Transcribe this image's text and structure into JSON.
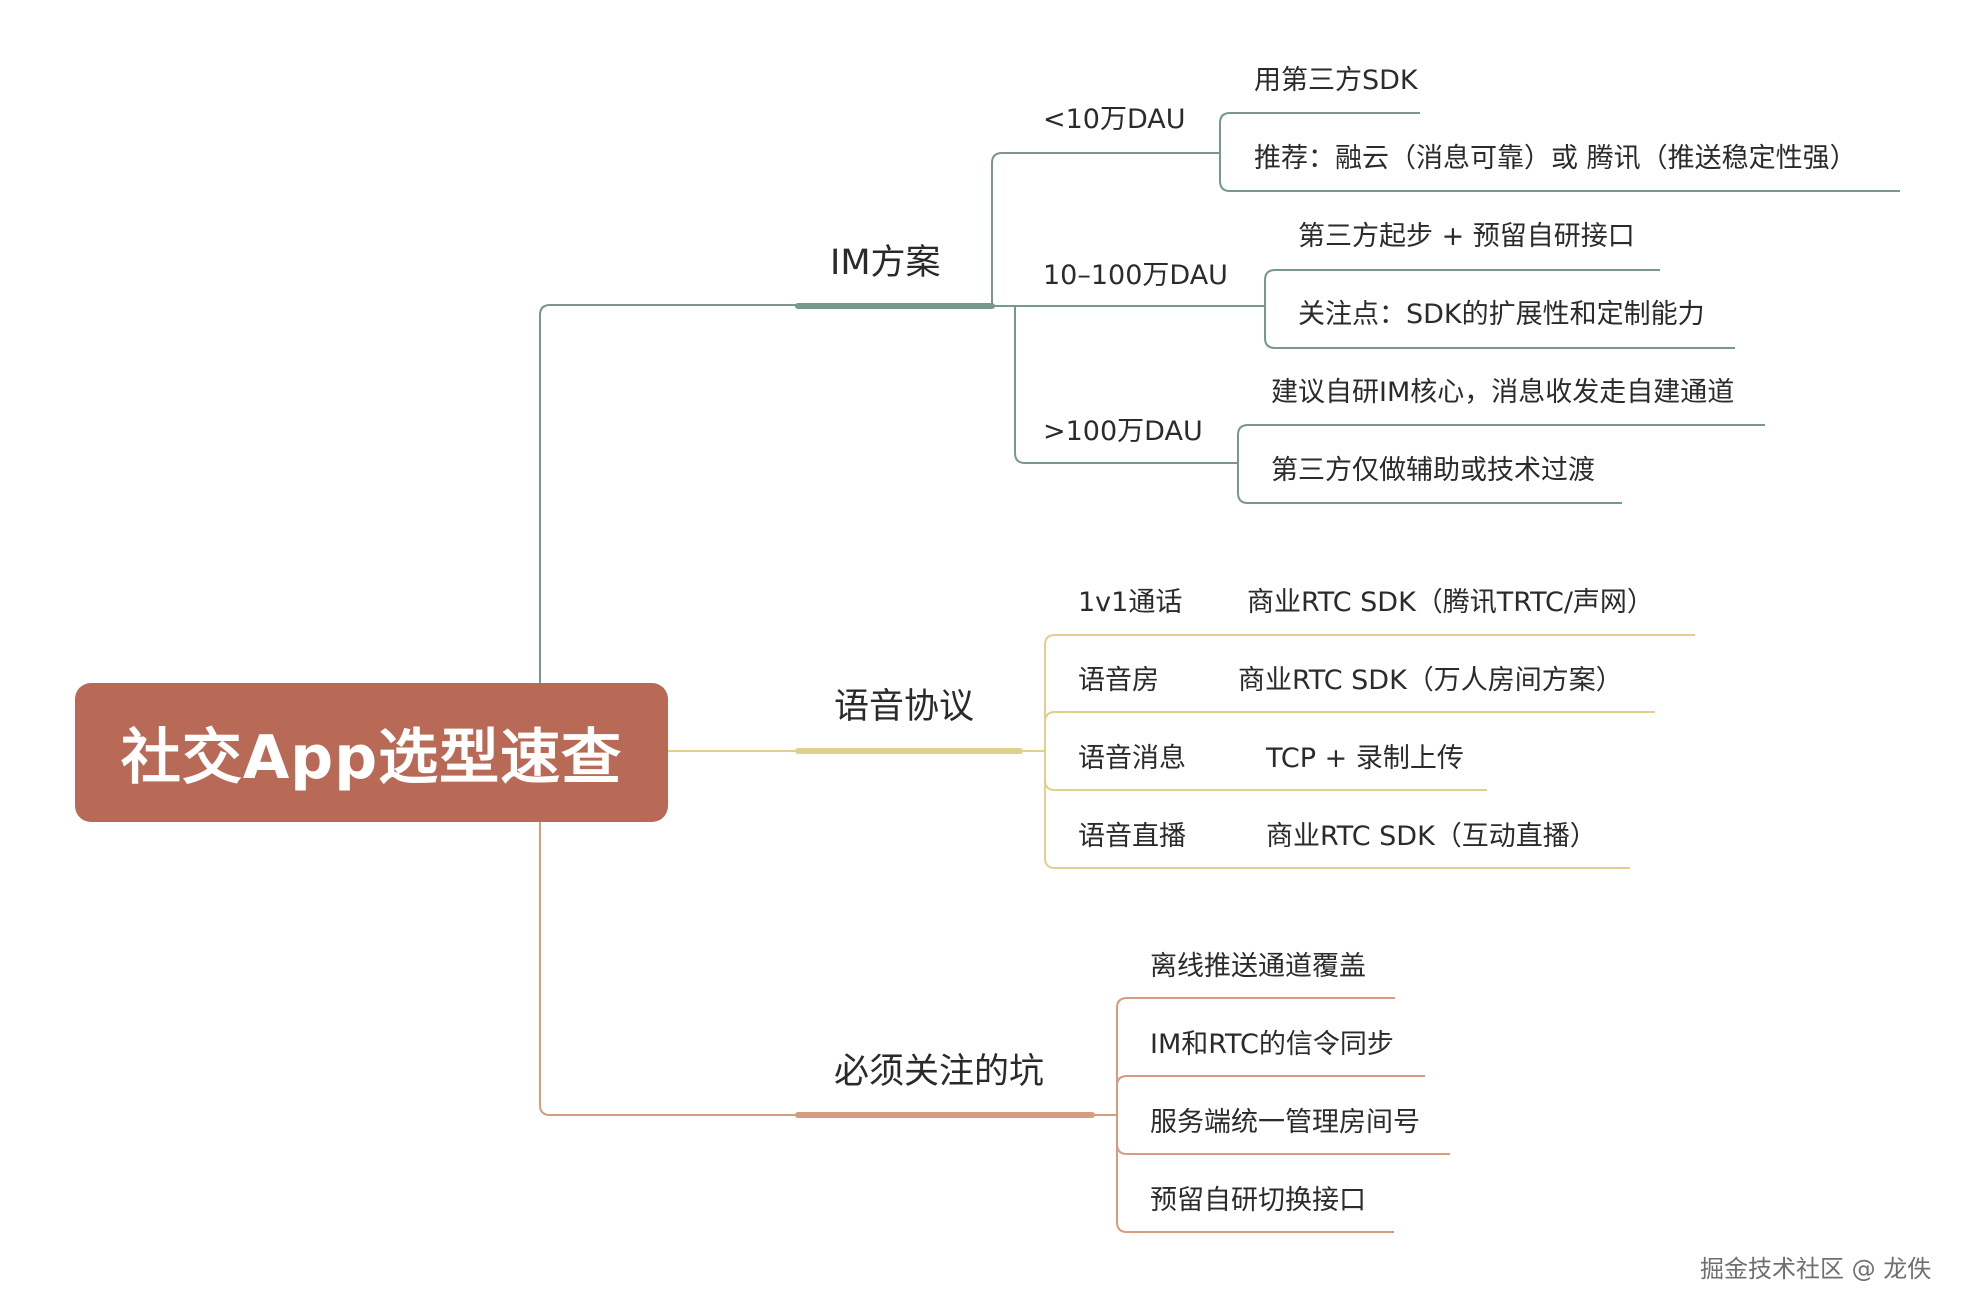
{
  "root": {
    "title": "社交App选型速查"
  },
  "branches": [
    {
      "id": "im",
      "label": "IM方案",
      "color": "#7a978b",
      "children": [
        {
          "label": "<10万DAU",
          "leaves": [
            "用第三方SDK",
            "推荐：融云（消息可靠）或 腾讯（推送稳定性强）"
          ]
        },
        {
          "label": "10–100万DAU",
          "leaves": [
            "第三方起步 + 预留自研接口",
            "关注点：SDK的扩展性和定制能力"
          ]
        },
        {
          "label": ">100万DAU",
          "leaves": [
            "建议自研IM核心，消息收发走自建通道",
            "第三方仅做辅助或技术过渡"
          ]
        }
      ]
    },
    {
      "id": "voice",
      "label": "语音协议",
      "color": "#e0d08f",
      "rows": [
        {
          "label": "1v1通话",
          "value": "商业RTC SDK（腾讯TRTC/声网）"
        },
        {
          "label": "语音房",
          "value": "商业RTC SDK（万人房间方案）"
        },
        {
          "label": "语音消息",
          "value": "TCP + 录制上传"
        },
        {
          "label": "语音直播",
          "value": "商业RTC SDK（互动直播）"
        }
      ]
    },
    {
      "id": "pits",
      "label": "必须关注的坑",
      "color": "#d59c80",
      "leaves": [
        "离线推送通道覆盖",
        "IM和RTC的信令同步",
        "服务端统一管理房间号",
        "预留自研切换接口"
      ]
    }
  ],
  "watermark": "掘金技术社区 @ 龙佚"
}
